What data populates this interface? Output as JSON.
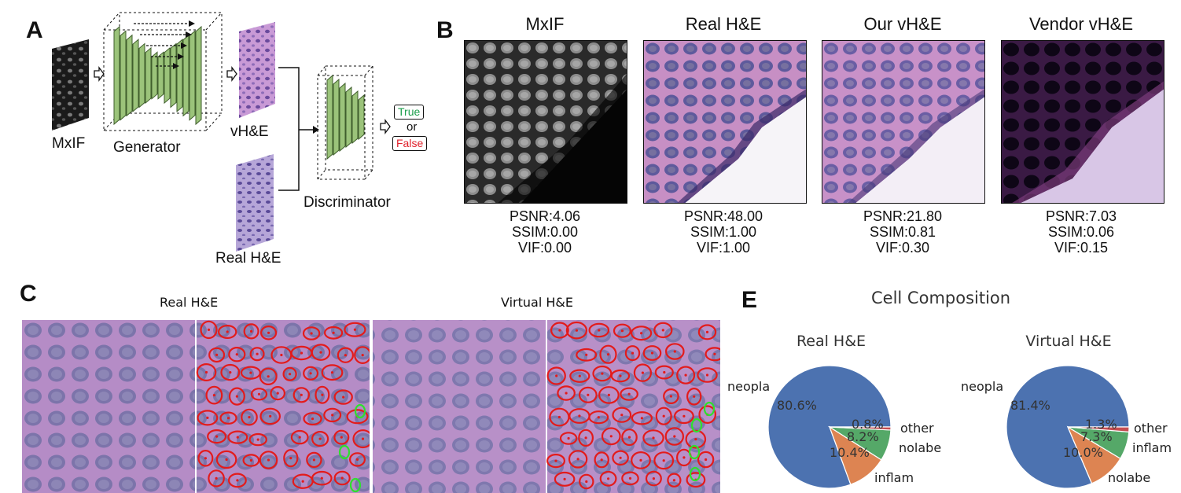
{
  "panel_a": {
    "letter": "A",
    "mxif_label": "MxIF",
    "generator_label": "Generator",
    "vhe_label": "vH&E",
    "real_he_label": "Real H&E",
    "discriminator_label": "Discriminator",
    "true_label": "True",
    "or_label": "or",
    "false_label": "False",
    "colors": {
      "true": "#1a9e4a",
      "false": "#e0202a",
      "block_fill": "#9bc37a"
    }
  },
  "panel_b": {
    "letter": "B",
    "images": [
      {
        "title": "MxIF",
        "psnr": "PSNR:4.06",
        "ssim": "SSIM:0.00",
        "vif": "VIF:0.00"
      },
      {
        "title": "Real H&E",
        "psnr": "PSNR:48.00",
        "ssim": "SSIM:1.00",
        "vif": "VIF:1.00"
      },
      {
        "title": "Our vH&E",
        "psnr": "PSNR:21.80",
        "ssim": "SSIM:0.81",
        "vif": "VIF:0.30"
      },
      {
        "title": "Vendor vH&E",
        "psnr": "PSNR:7.03",
        "ssim": "SSIM:0.06",
        "vif": "VIF:0.15"
      }
    ]
  },
  "panel_c": {
    "letter": "C",
    "real_title": "Real H&E",
    "virtual_title": "Virtual H&E"
  },
  "panel_e": {
    "letter": "E",
    "title": "Cell Composition"
  },
  "chart_data": [
    {
      "type": "pie",
      "title": "Real H&E",
      "slices": [
        {
          "label": "neopla",
          "pct_label": "80.6%",
          "value": 80.6,
          "color": "#4c72b0"
        },
        {
          "label": "inflam",
          "pct_label": "10.4%",
          "value": 10.4,
          "color": "#dd8452"
        },
        {
          "label": "nolabe",
          "pct_label": "8.2%",
          "value": 8.2,
          "color": "#55a868"
        },
        {
          "label": "other",
          "pct_label": "0.8%",
          "value": 0.8,
          "color": "#c44e52"
        }
      ]
    },
    {
      "type": "pie",
      "title": "Virtual H&E",
      "slices": [
        {
          "label": "neopla",
          "pct_label": "81.4%",
          "value": 81.4,
          "color": "#4c72b0"
        },
        {
          "label": "nolabe",
          "pct_label": "10.0%",
          "value": 10.0,
          "color": "#dd8452"
        },
        {
          "label": "inflam",
          "pct_label": "7.3%",
          "value": 7.3,
          "color": "#55a868"
        },
        {
          "label": "other",
          "pct_label": "1.3%",
          "value": 1.3,
          "color": "#c44e52"
        }
      ]
    }
  ]
}
